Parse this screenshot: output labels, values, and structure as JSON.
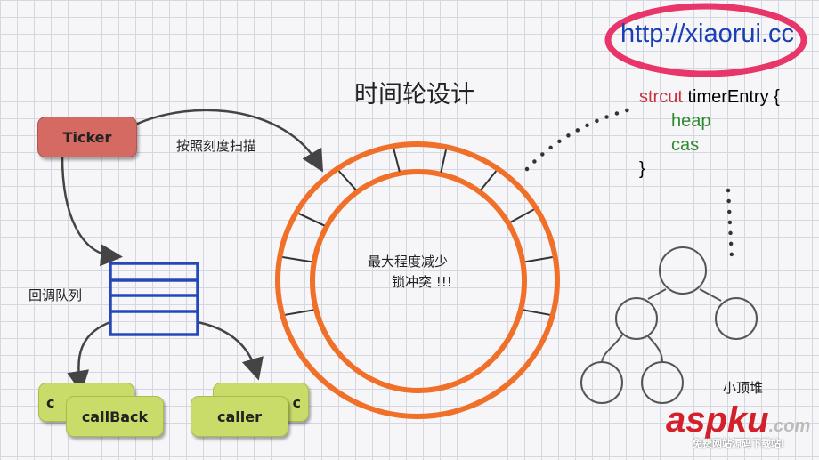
{
  "title": "时间轮设计",
  "url": "http://xiaorui.cc",
  "ticker_label": "Ticker",
  "scan_label": "按照刻度扫描",
  "queue_label": "回调队列",
  "center_text": [
    "最大程度减少",
    "锁冲突 !!!"
  ],
  "callback_labels": {
    "back": "c",
    "front": "callBack"
  },
  "caller_labels": {
    "back": "c",
    "front": "caller"
  },
  "code": {
    "keyword": "strcut",
    "name": "timerEntry {",
    "fields": [
      "heap",
      "cas"
    ],
    "close": "}"
  },
  "heap_label": "小顶堆",
  "watermark": {
    "main": "aspku",
    "suffix": ".com",
    "sub": "免费网站源码下载站!"
  },
  "colors": {
    "ring": "#f0702a",
    "queue": "#2548b8",
    "ticker": "#d46a62",
    "green": "#c9dc6a",
    "url_ellipse": "#e8356a",
    "code_keyword": "#c8303a",
    "code_field": "#2f8a2f"
  }
}
